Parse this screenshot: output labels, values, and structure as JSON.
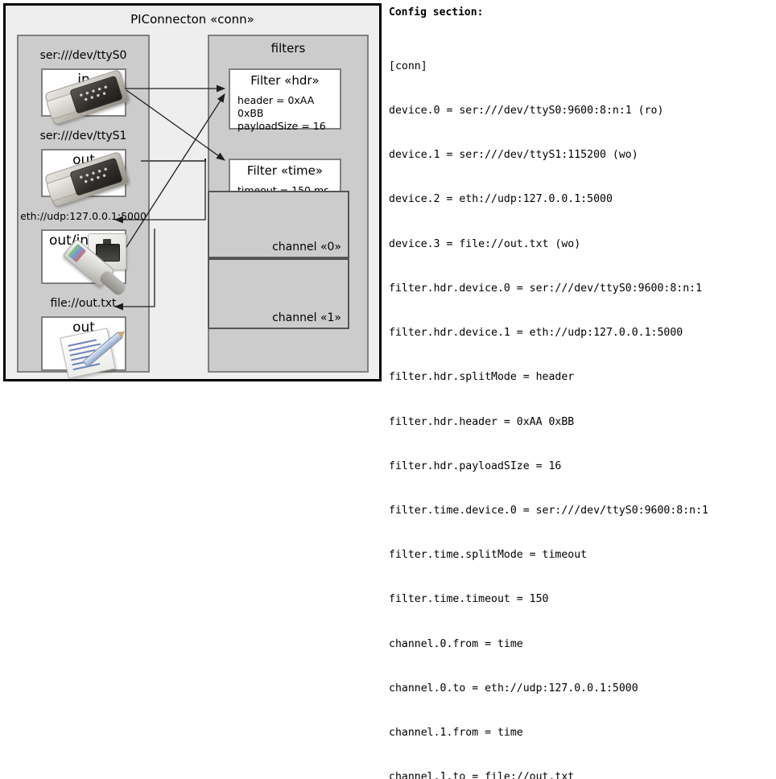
{
  "diagram": {
    "title": "PIConnecton «conn»",
    "devices_panel": {
      "name": "devices",
      "items": [
        {
          "label": "ser:///dev/ttyS0",
          "caption": "in",
          "icon": "serial-port-icon"
        },
        {
          "label": "ser:///dev/ttyS1",
          "caption": "out",
          "icon": "serial-port-icon"
        },
        {
          "label": "eth://udp:127.0.0.1:5000",
          "caption": "out/in",
          "icon": "ethernet-jack-icon"
        },
        {
          "label": "file://out.txt",
          "caption": "out",
          "icon": "text-file-icon"
        }
      ]
    },
    "filters_panel": {
      "title": "filters",
      "filters": [
        {
          "title": "Filter «hdr»",
          "attrs": [
            "header = 0xAA 0xBB",
            "payloadSize = 16"
          ]
        },
        {
          "title": "Filter «time»",
          "attrs": [
            "timeout = 150 ms"
          ]
        }
      ],
      "channels": [
        {
          "label": "channel «0»"
        },
        {
          "label": "channel «1»"
        }
      ]
    }
  },
  "config": {
    "heading": "Config section:",
    "lines": [
      "[conn]",
      "device.0 = ser:///dev/ttyS0:9600:8:n:1 (ro)",
      "device.1 = ser:///dev/ttyS1:115200 (wo)",
      "device.2 = eth://udp:127.0.0.1:5000",
      "device.3 = file://out.txt (wo)",
      "filter.hdr.device.0 = ser:///dev/ttyS0:9600:8:n:1",
      "filter.hdr.device.1 = eth://udp:127.0.0.1:5000",
      "filter.hdr.splitMode = header",
      "filter.hdr.header = 0xAA 0xBB",
      "filter.hdr.payloadSIze = 16",
      "filter.time.device.0 = ser:///dev/ttyS0:9600:8:n:1",
      "filter.time.splitMode = timeout",
      "filter.time.timeout = 150",
      "channel.0.from = time",
      "channel.0.to = eth://udp:127.0.0.1:5000",
      "channel.1.from = time",
      "channel.1.to = file://out.txt"
    ]
  },
  "colors": {
    "page_bg": "#ffffff",
    "outer_bg": "#eeeeee",
    "panel_bg": "#cccccc",
    "panel_border": "#808080",
    "box_bg": "#ffffff",
    "line": "#222222"
  }
}
